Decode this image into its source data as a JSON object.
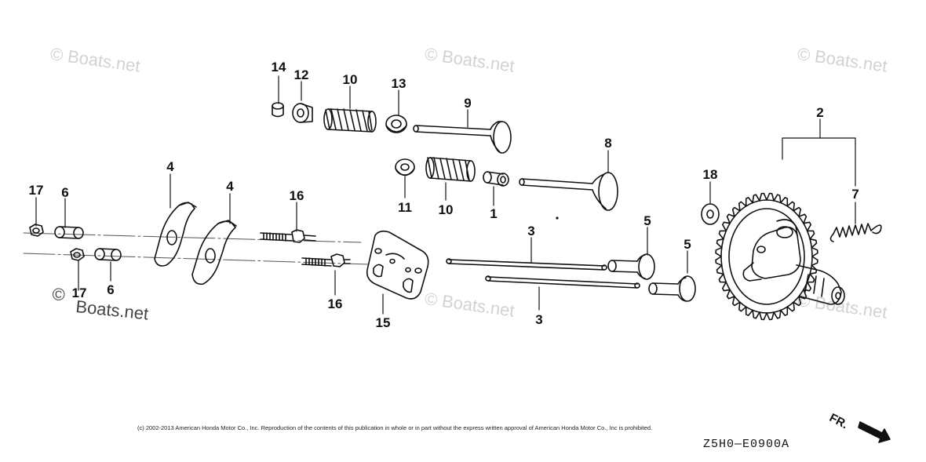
{
  "watermark": {
    "text": "© Boats.net",
    "dark_text": "©",
    "dark_number": "17",
    "dark_site": "Boats.net"
  },
  "callouts": {
    "c1": "1",
    "c2": "2",
    "c3a": "3",
    "c3b": "3",
    "c4a": "4",
    "c4b": "4",
    "c5a": "5",
    "c5b": "5",
    "c6a": "6",
    "c6b": "6",
    "c7": "7",
    "c8": "8",
    "c9": "9",
    "c10a": "10",
    "c10b": "10",
    "c11": "11",
    "c12": "12",
    "c13": "13",
    "c14": "14",
    "c15": "15",
    "c16a": "16",
    "c16b": "16",
    "c17a": "17",
    "c18": "18"
  },
  "copyright": "(c) 2002-2013 American Honda Motor Co., Inc. Reproduction of the contents of this publication in whole or in part without the express written approval of American Honda Motor Co., Inc is prohibited.",
  "figure_code": "Z5H0—E0900A",
  "direction_label": "FR.",
  "colors": {
    "line": "#111111",
    "watermark": "#d2d2d2",
    "background": "#ffffff"
  }
}
